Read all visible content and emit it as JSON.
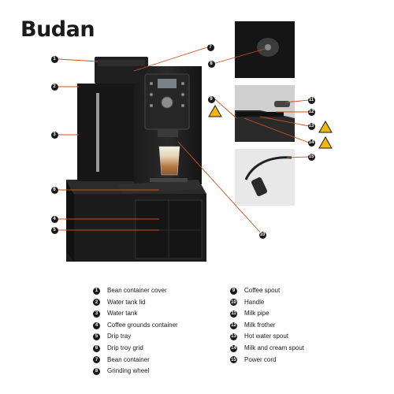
{
  "brand": "Budan",
  "callout_numbers": [
    "1",
    "2",
    "3",
    "4",
    "5",
    "6",
    "7",
    "8",
    "9",
    "10",
    "11",
    "12",
    "13",
    "14",
    "15"
  ],
  "accent_color": "#c8501e",
  "warning_icon": "hot-surface-warning-icon",
  "legend_left": [
    {
      "num": "1",
      "label": "Bean container cover"
    },
    {
      "num": "2",
      "label": "Water tank lid"
    },
    {
      "num": "3",
      "label": "Water tank"
    },
    {
      "num": "4",
      "label": "Coffee grounds container"
    },
    {
      "num": "5",
      "label": "Drip tray"
    },
    {
      "num": "6",
      "label": "Drip troy grid"
    },
    {
      "num": "7",
      "label": "Bean container"
    },
    {
      "num": "8",
      "label": "Grinding wheel"
    }
  ],
  "legend_right": [
    {
      "num": "9",
      "label": "Coffee spout"
    },
    {
      "num": "10",
      "label": "Handle"
    },
    {
      "num": "11",
      "label": "Milk pipe"
    },
    {
      "num": "12",
      "label": "Milk frother"
    },
    {
      "num": "13",
      "label": "Hot water spout"
    },
    {
      "num": "14",
      "label": "Milk and cream spout"
    },
    {
      "num": "15",
      "label": "Power cord"
    }
  ]
}
